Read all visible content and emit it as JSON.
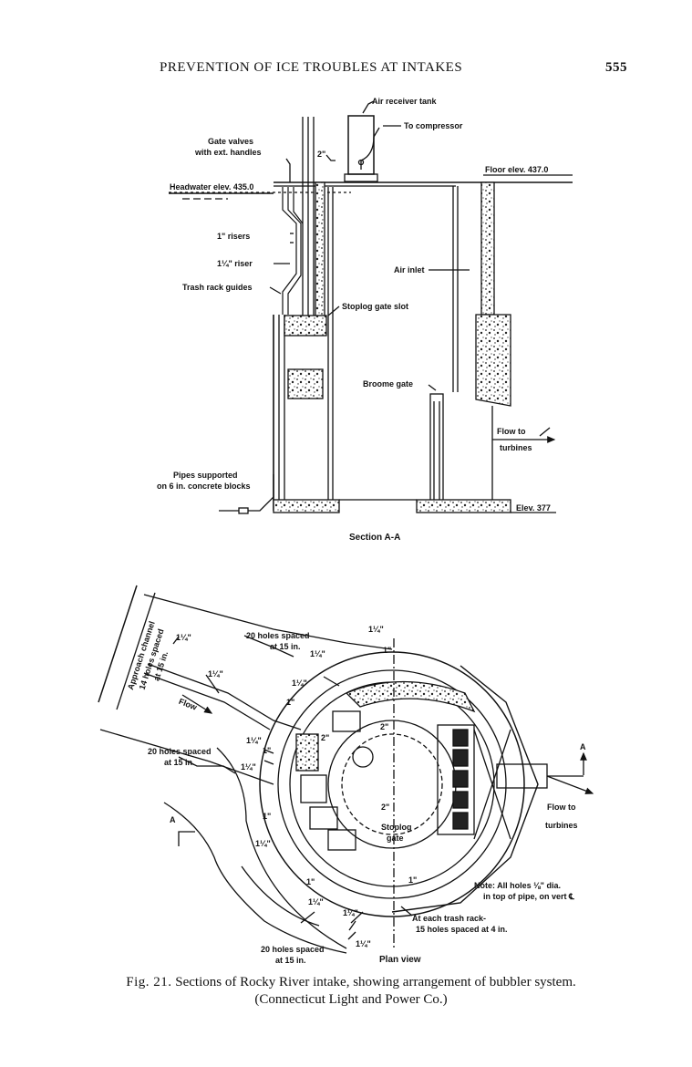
{
  "header": {
    "title": "PREVENTION OF ICE TROUBLES AT INTAKES",
    "page_number": "555"
  },
  "section": {
    "air_receiver": "Air receiver tank",
    "to_compressor": "To compressor",
    "gate_valves_1": "Gate valves",
    "gate_valves_2": "with ext. handles",
    "pipe_2in": "2\"",
    "floor_elev": "Floor elev. 437.0",
    "headwater": "Headwater elev. 435.0",
    "risers_1in": "1\" risers",
    "riser_114": "1¼\" riser",
    "trash_rack": "Trash rack guides",
    "air_inlet": "Air inlet",
    "stoplog_slot": "Stoplog gate slot",
    "broome_gate": "Broome gate",
    "flow_to_1": "Flow to",
    "flow_to_2": "turbines",
    "pipes_supported_1": "Pipes supported",
    "pipes_supported_2": "on 6 in. concrete blocks",
    "elev_377": "Elev. 377",
    "title": "Section A-A"
  },
  "plan": {
    "approach_1": "Approach channel",
    "approach_2": "14 holes spaced",
    "approach_3": "at 15 in.",
    "d114_a": "1¼\"",
    "d114_b": "1¼\"",
    "holes20_top_1": "20 holes spaced",
    "holes20_top_2": "at 15 in.",
    "d114_c": "1¼\"",
    "d1_a": "1\"",
    "d114_d": "1¼\"",
    "d114_e": "1¼\"",
    "d1_b": "1\"",
    "flow": "Flow",
    "holes20_left_1": "20 holes spaced",
    "holes20_left_2": "at 15 in.",
    "d114_f": "1¼\"",
    "d1_c": "1\"",
    "d114_g": "1¼\"",
    "d2_a": "2\"",
    "d2_b": "2\"",
    "d1_d": "1\"",
    "d114_h": "1¼\"",
    "d2_c": "2\"",
    "stoplog_1": "Stoplog",
    "stoplog_2": "gate",
    "section_mark_a": "A",
    "section_mark_b": "A",
    "flow_to_1": "Flow to",
    "flow_to_2": "turbines",
    "d1_e": "1\"",
    "d1_f": "1\"",
    "d114_i": "1¼\"",
    "d114_j": "1¼\"",
    "d114_k": "1¼\"",
    "note_1": "Note: All holes ⅛\" dia.",
    "note_2": "in top of pipe, on vert ℄",
    "trash_rack_1": "At each trash rack-",
    "trash_rack_2": "15 holes spaced at 4 in.",
    "holes20_bot_1": "20 holes spaced",
    "holes20_bot_2": "at 15 in.",
    "title": "Plan view"
  },
  "caption": {
    "fig_no": "Fig. 21.",
    "line1": "Sections of Rocky River intake, showing arrangement of bubbler system.",
    "line2": "(Connecticut Light and Power Co.)"
  }
}
